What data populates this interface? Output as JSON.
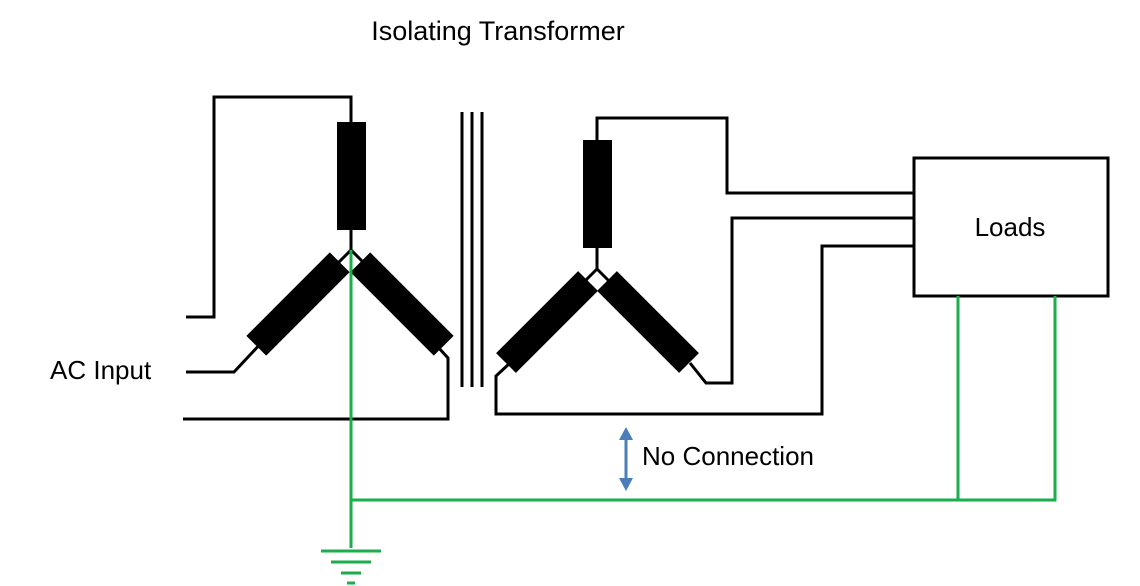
{
  "title": "Isolating Transformer",
  "labels": {
    "ac_input": "AC Input",
    "loads": "Loads",
    "no_connection": "No Connection"
  },
  "colors": {
    "wire": "#000000",
    "ground": "#1aae4c",
    "arrow": "#4a7ebb"
  },
  "icons": [
    "ground-symbol-icon",
    "double-arrow-icon"
  ]
}
